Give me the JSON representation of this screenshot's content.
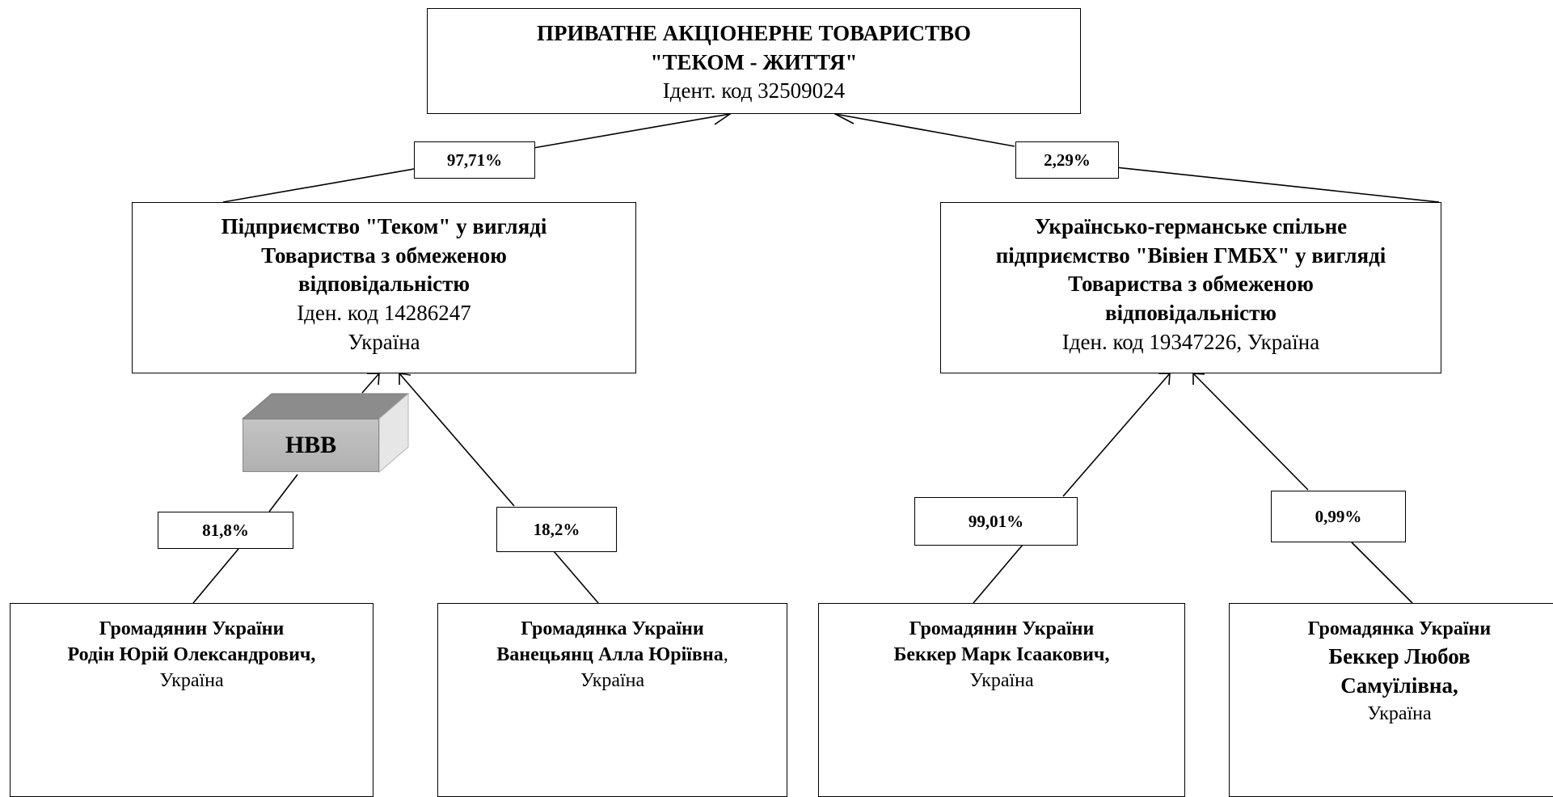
{
  "root": {
    "line1": "ПРИВАТНЕ АКЦІОНЕРНЕ ТОВАРИСТВО",
    "line2": "\"ТЕКОМ - ЖИТТЯ\"",
    "code": "Ідент. код 32509024"
  },
  "left_company": {
    "line1": "Підприємство \"Теком\" у вигляді",
    "line2": "Товариства з обмеженою",
    "line3": "відповідальністю",
    "code": "Іден. код 14286247",
    "country": "Україна"
  },
  "right_company": {
    "line1": "Українсько-германське спільне",
    "line2": "підприємство \"Вівіен ГМБХ\" у вигляді",
    "line3": "Товариства з обмеженою",
    "line4": "відповідальністю",
    "code_country": "Іден. код 19347226, Україна"
  },
  "shares": {
    "left_to_root": "97,71%",
    "right_to_root": "2,29%",
    "rodin": "81,8%",
    "vanetsyants": "18,2%",
    "mark": "99,01%",
    "lyubov": "0,99%"
  },
  "nvb_label": "НВВ",
  "persons": {
    "rodin": {
      "title": "Громадянин України",
      "name": "Родін Юрій Олександрович,",
      "country": "Україна"
    },
    "vanetsyants": {
      "title": "Громадянка України",
      "name": "Ванецьянц Алла Юріївна",
      "name_suffix": ",",
      "country": "Україна"
    },
    "mark": {
      "title": "Громадянин України",
      "name": "Беккер Марк Ісаакович,",
      "country": "Україна"
    },
    "lyubov": {
      "title": "Громадянка України",
      "name_line1": "Беккер Любов",
      "name_line2": "Самуїлівна,",
      "country": "Україна"
    }
  }
}
